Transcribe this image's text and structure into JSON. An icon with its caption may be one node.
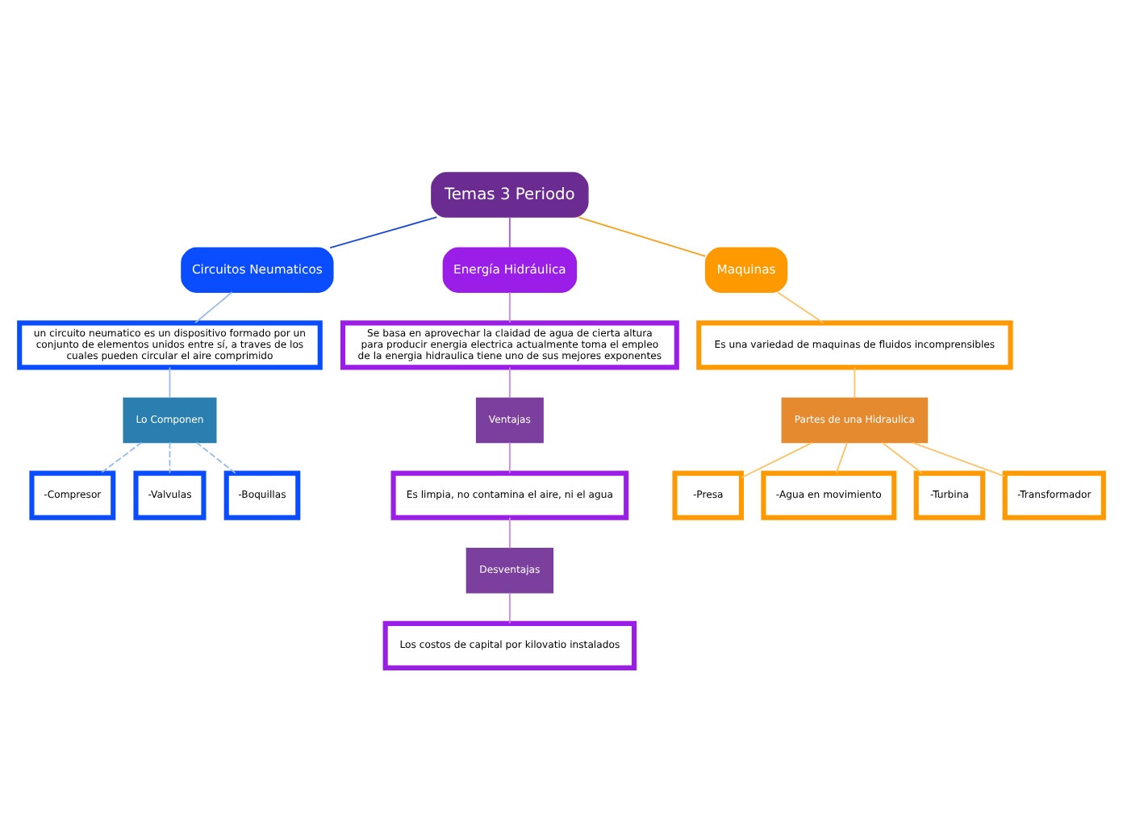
{
  "diagram": {
    "nodes": [
      {
        "text": [
          "Temas 3 Periodo"
        ]
      },
      {
        "text": [
          "Circuitos Neumaticos"
        ]
      },
      {
        "text": [
          "un circuito neumatico es un dispositivo formado por un conjunto de elementos unidos entre sí, a traves de los cuales pueden circular el aire comprimido"
        ]
      },
      {
        "text": [
          "Lo Componen"
        ]
      },
      {
        "text": [
          "-Compresor"
        ]
      },
      {
        "text": [
          "-Valvulas"
        ]
      },
      {
        "text": [
          "-Boquillas"
        ]
      },
      {
        "text": [
          "Energía Hidráulica"
        ]
      },
      {
        "text": [
          "Se basa en aprovechar la claidad de agua de cierta altura para producir energia electrica actualmente toma el empleo de la energia hidraulica tiene uno de sus mejores exponentes"
        ]
      },
      {
        "text": [
          "Ventajas"
        ]
      },
      {
        "text": [
          "Es limpia, no contamina el aire, ni el agua"
        ]
      },
      {
        "text": [
          "Desventajas"
        ]
      },
      {
        "text": [
          "Los costos de capital por kilovatio instalados"
        ]
      },
      {
        "text": [
          "Maquinas"
        ]
      },
      {
        "text": [
          "Es una variedad de maquinas de fluidos incomprensibles"
        ]
      },
      {
        "text": [
          "Partes de una Hidraulica"
        ]
      },
      {
        "text": [
          "-Presa"
        ]
      },
      {
        "text": [
          "-Agua en movimiento"
        ]
      },
      {
        "text": [
          "-Turbina"
        ]
      },
      {
        "text": [
          "-Transformador"
        ]
      }
    ],
    "edges": [
      {
        "from": 0,
        "to": 1,
        "arrow": "none",
        "color": "#1a49d6"
      },
      {
        "from": 1,
        "to": 2,
        "arrow": "none",
        "color": "#99bbee"
      },
      {
        "from": 2,
        "to": 3,
        "arrow": "none",
        "color": "#99bbee"
      },
      {
        "from": 3,
        "to": 4,
        "arrow": "none",
        "style": "dashed",
        "color": "#99bbee"
      },
      {
        "from": 3,
        "to": 5,
        "arrow": "none",
        "style": "dashed",
        "color": "#99bbee"
      },
      {
        "from": 3,
        "to": 6,
        "arrow": "none",
        "style": "dashed",
        "color": "#99bbee"
      },
      {
        "from": 0,
        "to": 7,
        "arrow": "none",
        "color": "#a855f7"
      },
      {
        "from": 7,
        "to": 8,
        "arrow": "none",
        "color": "#cc88ee"
      },
      {
        "from": 8,
        "to": 9,
        "arrow": "none",
        "color": "#cc88ee"
      },
      {
        "from": 9,
        "to": 10,
        "arrow": "none",
        "color": "#cc88ee"
      },
      {
        "from": 10,
        "to": 11,
        "arrow": "none",
        "color": "#cc88ee"
      },
      {
        "from": 11,
        "to": 12,
        "arrow": "none",
        "color": "#cc88ee"
      },
      {
        "from": 0,
        "to": 13,
        "arrow": "none",
        "color": "#f7a11a"
      },
      {
        "from": 13,
        "to": 14,
        "arrow": "none",
        "color": "#ffc266"
      },
      {
        "from": 14,
        "to": 15,
        "arrow": "none",
        "color": "#ffc266"
      },
      {
        "from": 15,
        "to": 16,
        "arrow": "none",
        "color": "#ffc266"
      },
      {
        "from": 15,
        "to": 17,
        "arrow": "none",
        "color": "#ffc266"
      },
      {
        "from": 15,
        "to": 18,
        "arrow": "none",
        "color": "#ffc266"
      },
      {
        "from": 15,
        "to": 19,
        "arrow": "none",
        "color": "#ffc266"
      }
    ]
  }
}
